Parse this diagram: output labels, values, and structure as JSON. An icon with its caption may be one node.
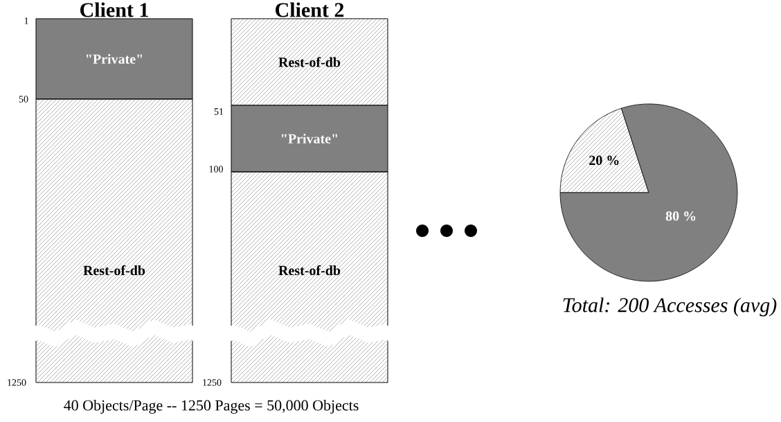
{
  "diagram": {
    "caption": "Total: 200 Accesses (avg)",
    "nodes": [
      {
        "text": [
          "\"Private\""
        ]
      },
      {
        "text": [
          "Rest-of-db"
        ]
      },
      {
        "text": [
          "Rest-of-db"
        ]
      },
      {
        "text": [
          "\"Private\""
        ]
      },
      {
        "text": [
          "Rest-of-db"
        ]
      },
      {
        "text": [
          "20 %"
        ]
      },
      {
        "text": [
          "80 %"
        ]
      }
    ],
    "labels": [
      "Client 1",
      "Client 2",
      "1",
      "50",
      "51",
      "100",
      "1250",
      "1250",
      "40 Objects/Page -- 1250 Pages  =  50,000 Objects"
    ]
  }
}
